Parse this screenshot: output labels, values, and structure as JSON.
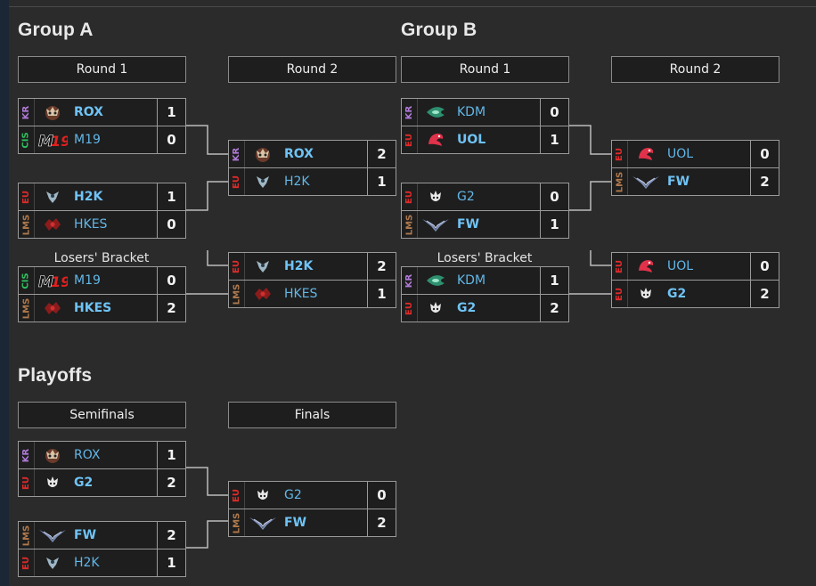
{
  "group_a": {
    "title": "Group A",
    "round1_header": "Round 1",
    "round2_header": "Round 2",
    "losers_label": "Losers' Bracket",
    "m1": {
      "rows": [
        {
          "region": "KR",
          "team": "ROX",
          "score": "1",
          "win": true
        },
        {
          "region": "CIS",
          "team": "M19",
          "score": "0",
          "win": false
        }
      ]
    },
    "m2": {
      "rows": [
        {
          "region": "EU",
          "team": "H2K",
          "score": "1",
          "win": true
        },
        {
          "region": "LMS",
          "team": "HKES",
          "score": "0",
          "win": false
        }
      ]
    },
    "m3": {
      "rows": [
        {
          "region": "CIS",
          "team": "M19",
          "score": "0",
          "win": false
        },
        {
          "region": "LMS",
          "team": "HKES",
          "score": "2",
          "win": true
        }
      ]
    },
    "m4": {
      "rows": [
        {
          "region": "KR",
          "team": "ROX",
          "score": "2",
          "win": true
        },
        {
          "region": "EU",
          "team": "H2K",
          "score": "1",
          "win": false
        }
      ]
    },
    "m5": {
      "rows": [
        {
          "region": "EU",
          "team": "H2K",
          "score": "2",
          "win": true
        },
        {
          "region": "LMS",
          "team": "HKES",
          "score": "1",
          "win": false
        }
      ]
    }
  },
  "group_b": {
    "title": "Group B",
    "round1_header": "Round 1",
    "round2_header": "Round 2",
    "losers_label": "Losers' Bracket",
    "m1": {
      "rows": [
        {
          "region": "KR",
          "team": "KDM",
          "score": "0",
          "win": false
        },
        {
          "region": "EU",
          "team": "UOL",
          "score": "1",
          "win": true
        }
      ]
    },
    "m2": {
      "rows": [
        {
          "region": "EU",
          "team": "G2",
          "score": "0",
          "win": false
        },
        {
          "region": "LMS",
          "team": "FW",
          "score": "1",
          "win": true
        }
      ]
    },
    "m3": {
      "rows": [
        {
          "region": "KR",
          "team": "KDM",
          "score": "1",
          "win": false
        },
        {
          "region": "EU",
          "team": "G2",
          "score": "2",
          "win": true
        }
      ]
    },
    "m4": {
      "rows": [
        {
          "region": "EU",
          "team": "UOL",
          "score": "0",
          "win": false
        },
        {
          "region": "LMS",
          "team": "FW",
          "score": "2",
          "win": true
        }
      ]
    },
    "m5": {
      "rows": [
        {
          "region": "EU",
          "team": "UOL",
          "score": "0",
          "win": false
        },
        {
          "region": "EU",
          "team": "G2",
          "score": "2",
          "win": true
        }
      ]
    }
  },
  "playoffs": {
    "title": "Playoffs",
    "semis_header": "Semifinals",
    "finals_header": "Finals",
    "s1": {
      "rows": [
        {
          "region": "KR",
          "team": "ROX",
          "score": "1",
          "win": false
        },
        {
          "region": "EU",
          "team": "G2",
          "score": "2",
          "win": true
        }
      ]
    },
    "s2": {
      "rows": [
        {
          "region": "LMS",
          "team": "FW",
          "score": "2",
          "win": true
        },
        {
          "region": "EU",
          "team": "H2K",
          "score": "1",
          "win": false
        }
      ]
    },
    "final": {
      "rows": [
        {
          "region": "EU",
          "team": "G2",
          "score": "0",
          "win": false
        },
        {
          "region": "LMS",
          "team": "FW",
          "score": "2",
          "win": true
        }
      ]
    }
  },
  "colors": {
    "KR": "#b07ad8",
    "CIS": "#2fbf5f",
    "EU": "#e02a2a",
    "LMS": "#b07a4e",
    "team_link": "#62b7e8",
    "background": "#2b2b2b",
    "cell": "#1e1e1e",
    "border": "#9a9a9a"
  },
  "logos": {
    "ROX": "rox-tigers-logo",
    "M19": "m19-logo",
    "H2K": "h2k-logo",
    "HKES": "hkes-logo",
    "KDM": "kdm-logo",
    "UOL": "uol-logo",
    "G2": "g2-logo",
    "FW": "fw-logo"
  }
}
